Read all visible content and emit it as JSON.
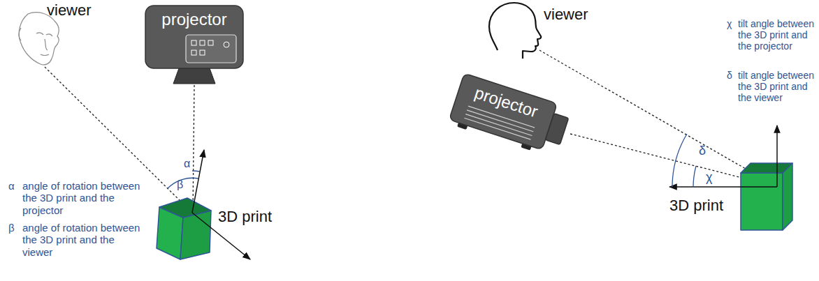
{
  "diagram": {
    "nodes": [
      {
        "text": [
          "projector"
        ]
      },
      {
        "text": [
          "projector"
        ]
      }
    ],
    "labels": [
      "viewer",
      "α",
      "β",
      "3D print",
      "α",
      "angle of rotation between the 3D print and the projector",
      "β",
      "angle of rotation between the 3D print and the viewer",
      "viewer",
      "χ",
      "δ",
      "3D print",
      "χ",
      "tilt angle between the 3D print and the projector",
      "δ",
      "tilt angle between the 3D print and the viewer"
    ]
  }
}
